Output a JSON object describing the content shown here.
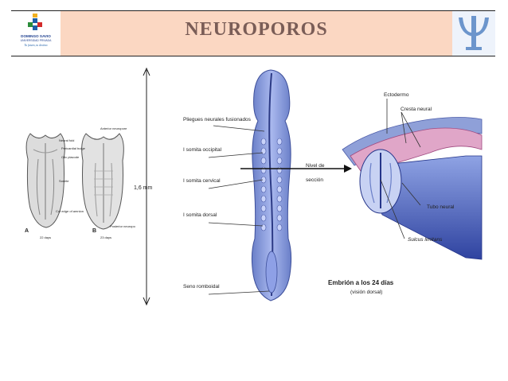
{
  "slide": {
    "title": "NEUROPOROS",
    "logo_text_1": "DOMINGO SAVIO",
    "logo_text_2": "UNIVERSIDAD PRIVADA",
    "logo_text_3": "Tu futuro, tu destino"
  },
  "fig_left": {
    "panel_a": "A",
    "panel_b": "B",
    "days_a": "22 days",
    "days_b": "23 days",
    "labels": [
      "Neural fold",
      "Pericardial bulge",
      "Otic placode",
      "Somite",
      "Cut edge of amnion",
      "Anterior neuropore",
      "Posterior neuropore"
    ]
  },
  "fig_right": {
    "scale": "1,6 mm",
    "left_labels": [
      "Pliegues neurales fusionados",
      "I somita occipital",
      "I somita cervical",
      "I somita dorsal",
      "Seno romboidal"
    ],
    "section_label": [
      "Nivel de",
      "sección"
    ],
    "section_labels": [
      "Ectodermo",
      "Cresta neural",
      "Tubo neural",
      "Sulcus limitans"
    ],
    "caption_1": "Embrión a los 24 días",
    "caption_2": "(visión dorsal)"
  }
}
